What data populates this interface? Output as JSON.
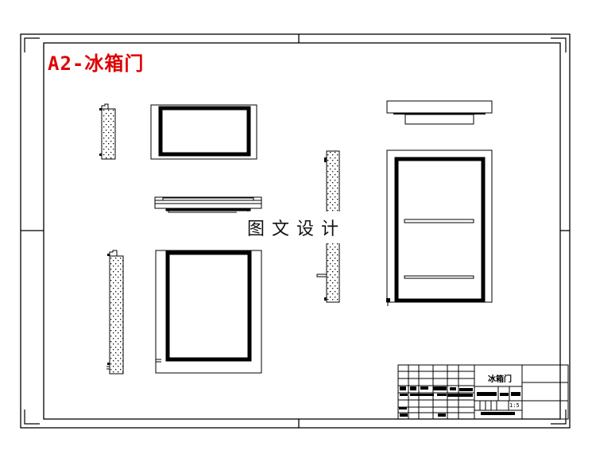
{
  "drawing": {
    "title": "A2-冰箱门",
    "title_color": "#e00000",
    "watermark": "图文设计",
    "line_color": "#000000",
    "background": "#ffffff"
  },
  "title_block": {
    "part_name": "冰箱门",
    "scale": "1:5"
  },
  "views": [
    {
      "name": "small-door-side-section",
      "type": "insulated section (dotted fill)"
    },
    {
      "name": "small-door-front-view",
      "type": "frame with thick gasket outline"
    },
    {
      "name": "small-door-top-view",
      "type": "layered plan strip"
    },
    {
      "name": "large-door-left-section",
      "type": "insulated section (dotted fill)"
    },
    {
      "name": "large-door-front-view",
      "type": "frame with thick gasket outline"
    },
    {
      "name": "fridge-door-side-section",
      "type": "insulated section with handle"
    },
    {
      "name": "fridge-door-top-view",
      "type": "plan with step"
    },
    {
      "name": "fridge-door-front-view",
      "type": "frame with two shelves"
    }
  ]
}
